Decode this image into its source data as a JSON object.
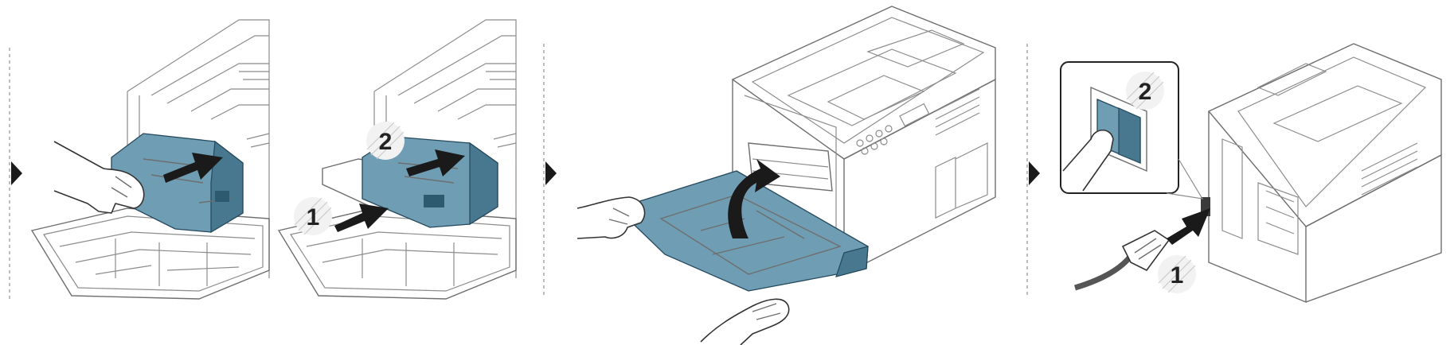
{
  "colors": {
    "cartridge": "#6f9db4",
    "cartridge_shadow": "#47788f",
    "outline": "#8c8c8c",
    "arrow": "#1a1a1a",
    "separator": "#9a9a9a"
  },
  "panels": [
    {
      "id": "insert-toner",
      "callouts": []
    },
    {
      "id": "slide-toner-in",
      "callouts": [
        "1",
        "2"
      ]
    },
    {
      "id": "close-front-cover",
      "callouts": []
    },
    {
      "id": "connect-power",
      "callouts": [
        "2",
        "1"
      ]
    }
  ],
  "labels": {
    "panel2_step1": "1",
    "panel2_step2": "2",
    "panel4_step1": "1",
    "panel4_step2": "2"
  },
  "icons": [
    "next-step-arrow-icon",
    "push-arrow-icon",
    "curved-arrow-icon",
    "power-switch-icon",
    "power-cord-icon"
  ]
}
